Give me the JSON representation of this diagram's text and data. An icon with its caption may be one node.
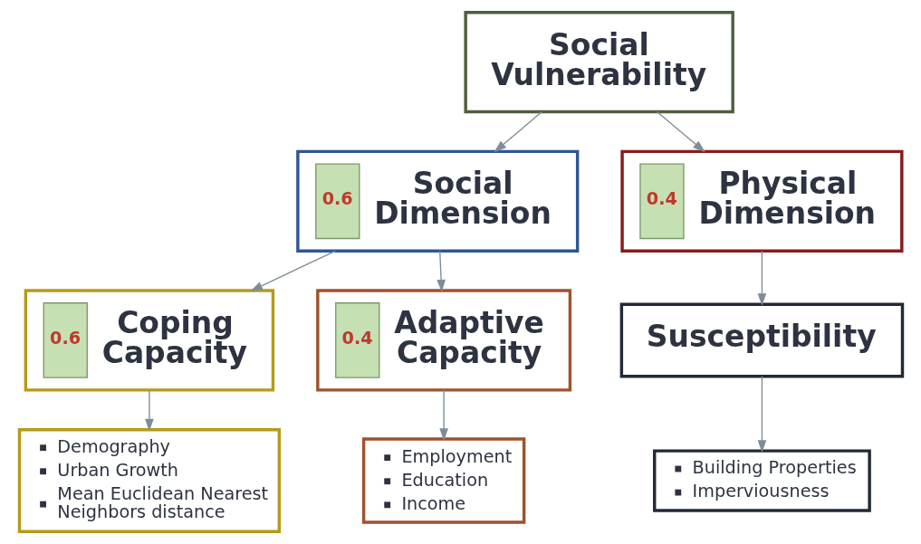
{
  "diagram": {
    "nodes": [
      {
        "text": [
          "Social Vulnerability"
        ]
      },
      {
        "text": [
          "0.6",
          "Social Dimension"
        ]
      },
      {
        "text": [
          "0.4",
          "Physical Dimension"
        ]
      },
      {
        "text": [
          "0.6",
          "Coping Capacity"
        ]
      },
      {
        "text": [
          "0.4",
          "Adaptive Capacity"
        ]
      },
      {
        "text": [
          "Susceptibility"
        ]
      },
      {
        "text": [
          "Demography",
          "Urban Growth",
          "Mean Euclidean Nearest Neighbors distance"
        ]
      },
      {
        "text": [
          "Employment",
          "Education",
          "Income"
        ]
      },
      {
        "text": [
          "Building Properties",
          "Imperviousness"
        ]
      }
    ],
    "edges": [
      {
        "from": 0,
        "to": 1,
        "arrow": "to"
      },
      {
        "from": 0,
        "to": 2,
        "arrow": "to"
      },
      {
        "from": 1,
        "to": 3,
        "arrow": "to"
      },
      {
        "from": 1,
        "to": 4,
        "arrow": "to"
      },
      {
        "from": 2,
        "to": 5,
        "arrow": "to"
      },
      {
        "from": 3,
        "to": 6,
        "arrow": "to"
      },
      {
        "from": 4,
        "to": 7,
        "arrow": "to"
      },
      {
        "from": 5,
        "to": 8,
        "arrow": "to"
      }
    ]
  }
}
